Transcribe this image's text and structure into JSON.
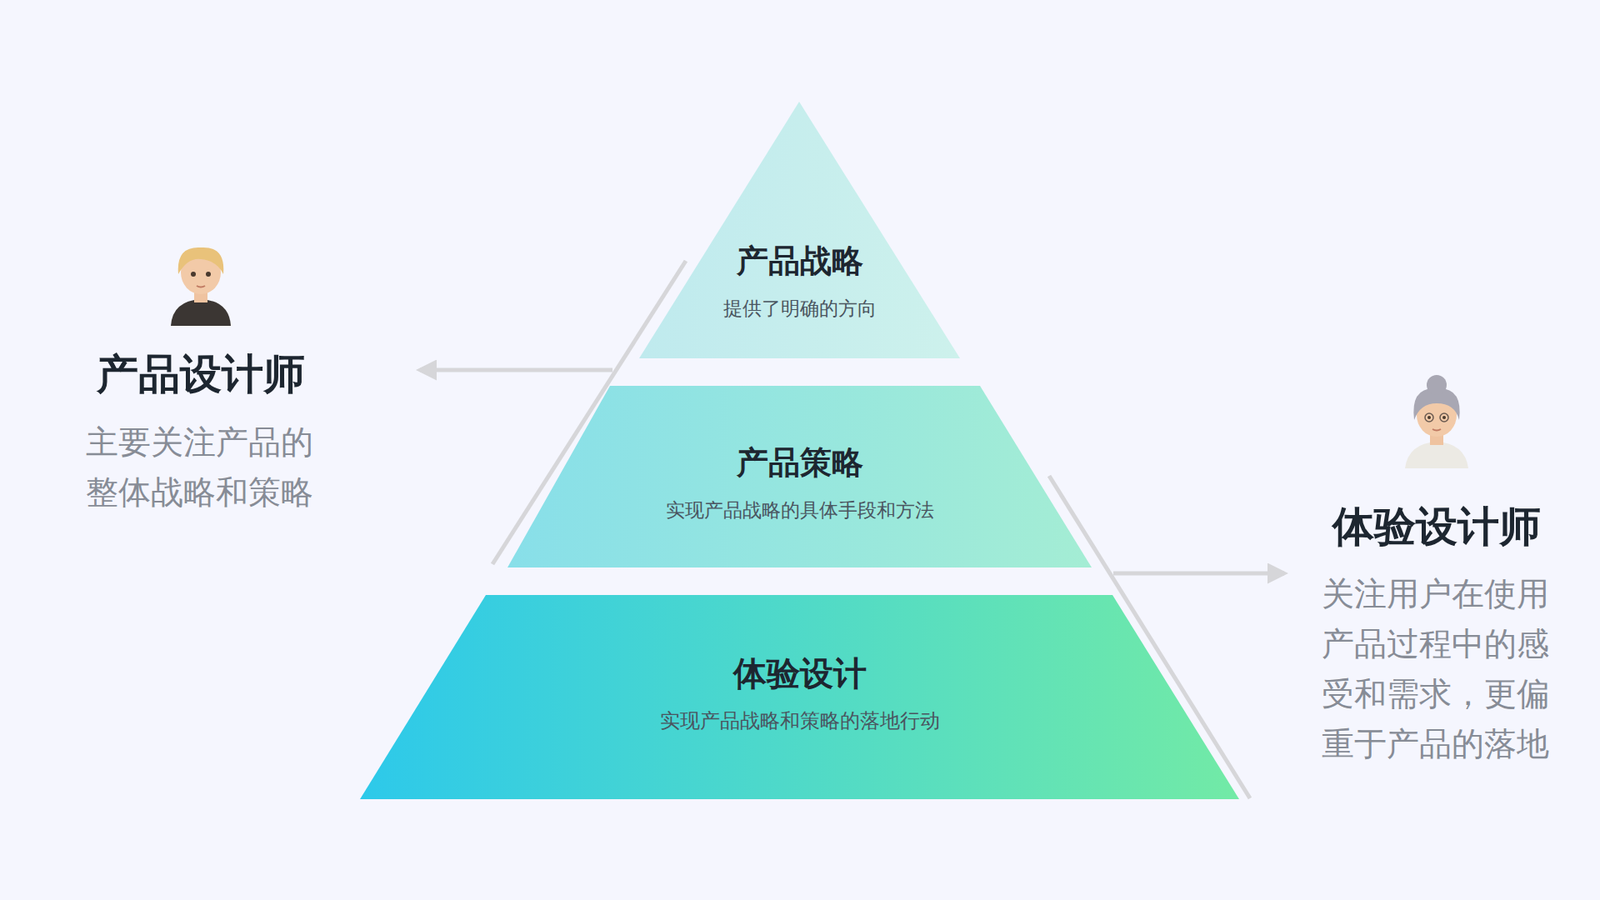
{
  "diagram": {
    "nodes": [
      {
        "text": [
          "产品战略",
          "提供了明确的方向"
        ]
      },
      {
        "text": [
          "产品策略",
          "实现产品战略的具体手段和方法"
        ]
      },
      {
        "text": [
          "体验设计",
          "实现产品战略和策略的落地行动"
        ]
      }
    ],
    "labels": [
      "产品设计师",
      "主要关注产品的 整体战略和策略",
      "体验设计师",
      "关注用户在使用产品过程中的感受和需求，更偏重于产品的落地"
    ]
  }
}
